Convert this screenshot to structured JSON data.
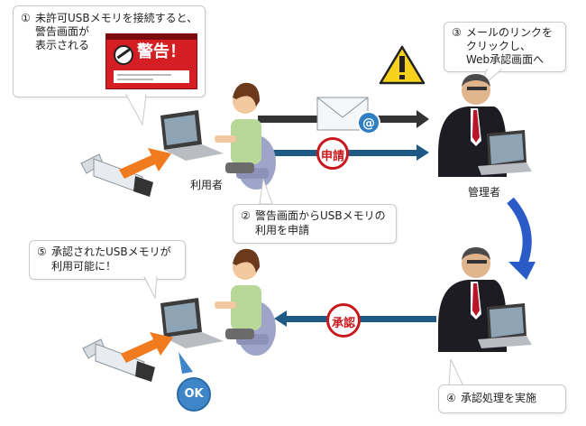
{
  "bubbles": {
    "b1": {
      "num": "①",
      "line1": "未許可USBメモリを接続すると、",
      "line2": "警告画面が",
      "line3": "表示される"
    },
    "b3": {
      "num": "③",
      "line1": "メールのリンクを",
      "line2": "クリックし、",
      "line3": "Web承認画面へ"
    },
    "b2": {
      "num": "②",
      "line1": "警告画面からUSBメモリの",
      "line2": "利用を申請"
    },
    "b5": {
      "num": "⑤",
      "line1": "承認されたUSBメモリが",
      "line2": "利用可能に！"
    },
    "b4": {
      "num": "④",
      "line1": "承認処理を実施"
    }
  },
  "warning_screen": {
    "title": "警告！"
  },
  "labels": {
    "user": "利用者",
    "admin": "管理者"
  },
  "stamps": {
    "request": "申請",
    "approve": "承認"
  },
  "ok_badge": "OK",
  "icons": {
    "mail": "envelope-icon",
    "at": "at-sign-icon",
    "alert": "warning-triangle-icon"
  },
  "colors": {
    "arrow_dark": "#333333",
    "arrow_teal": "#1e5a84",
    "stamp_red": "#c8181e",
    "warning_red": "#d41e24",
    "usb_arrow": "#f07a1e",
    "ok_blue": "#3f86c8",
    "approval_arrow": "#2a5bc7"
  }
}
